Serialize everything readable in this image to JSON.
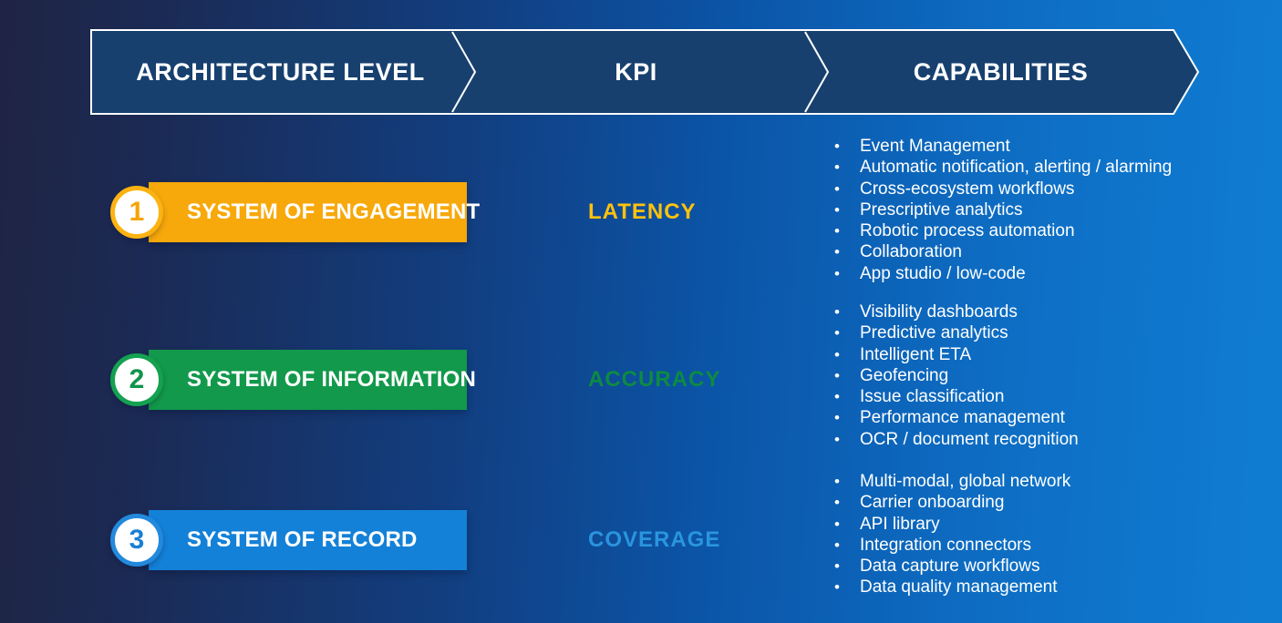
{
  "background": {
    "gradient_left": "#1F2444",
    "gradient_right": "#0F7CD2"
  },
  "header": {
    "band_color": "#17406F",
    "border_color": "#FFFFFF",
    "columns": [
      {
        "id": "architecture-level",
        "label": "ARCHITECTURE LEVEL"
      },
      {
        "id": "kpi",
        "label": "KPI"
      },
      {
        "id": "capabilities",
        "label": "CAPABILITIES"
      }
    ]
  },
  "rows": [
    {
      "number": "1",
      "level": "SYSTEM OF ENGAGEMENT",
      "kpi": "LATENCY",
      "colors": {
        "box": "#F7A80A",
        "ring": "#FCB311",
        "number": "#F5A506",
        "kpi": "#FFC20E"
      },
      "capabilities": [
        "Event Management",
        "Automatic notification, alerting / alarming",
        "Cross-ecosystem workflows",
        "Prescriptive analytics",
        "Robotic process automation",
        "Collaboration",
        "App studio / low-code"
      ]
    },
    {
      "number": "2",
      "level": "SYSTEM OF INFORMATION",
      "kpi": "ACCURACY",
      "colors": {
        "box": "#12994B",
        "ring": "#14A150",
        "number": "#11944A",
        "kpi": "#0D8B42"
      },
      "capabilities": [
        "Visibility dashboards",
        "Predictive analytics",
        "Intelligent ETA",
        "Geofencing",
        "Issue classification",
        "Performance management",
        "OCR / document recognition"
      ]
    },
    {
      "number": "3",
      "level": "SYSTEM OF RECORD",
      "kpi": "COVERAGE",
      "colors": {
        "box": "#1381D8",
        "ring": "#2389DC",
        "number": "#1A7FD4",
        "kpi": "#2A95DF"
      },
      "capabilities": [
        "Multi-modal, global network",
        "Carrier onboarding",
        "API library",
        "Integration connectors",
        "Data capture workflows",
        "Data quality management"
      ]
    }
  ]
}
